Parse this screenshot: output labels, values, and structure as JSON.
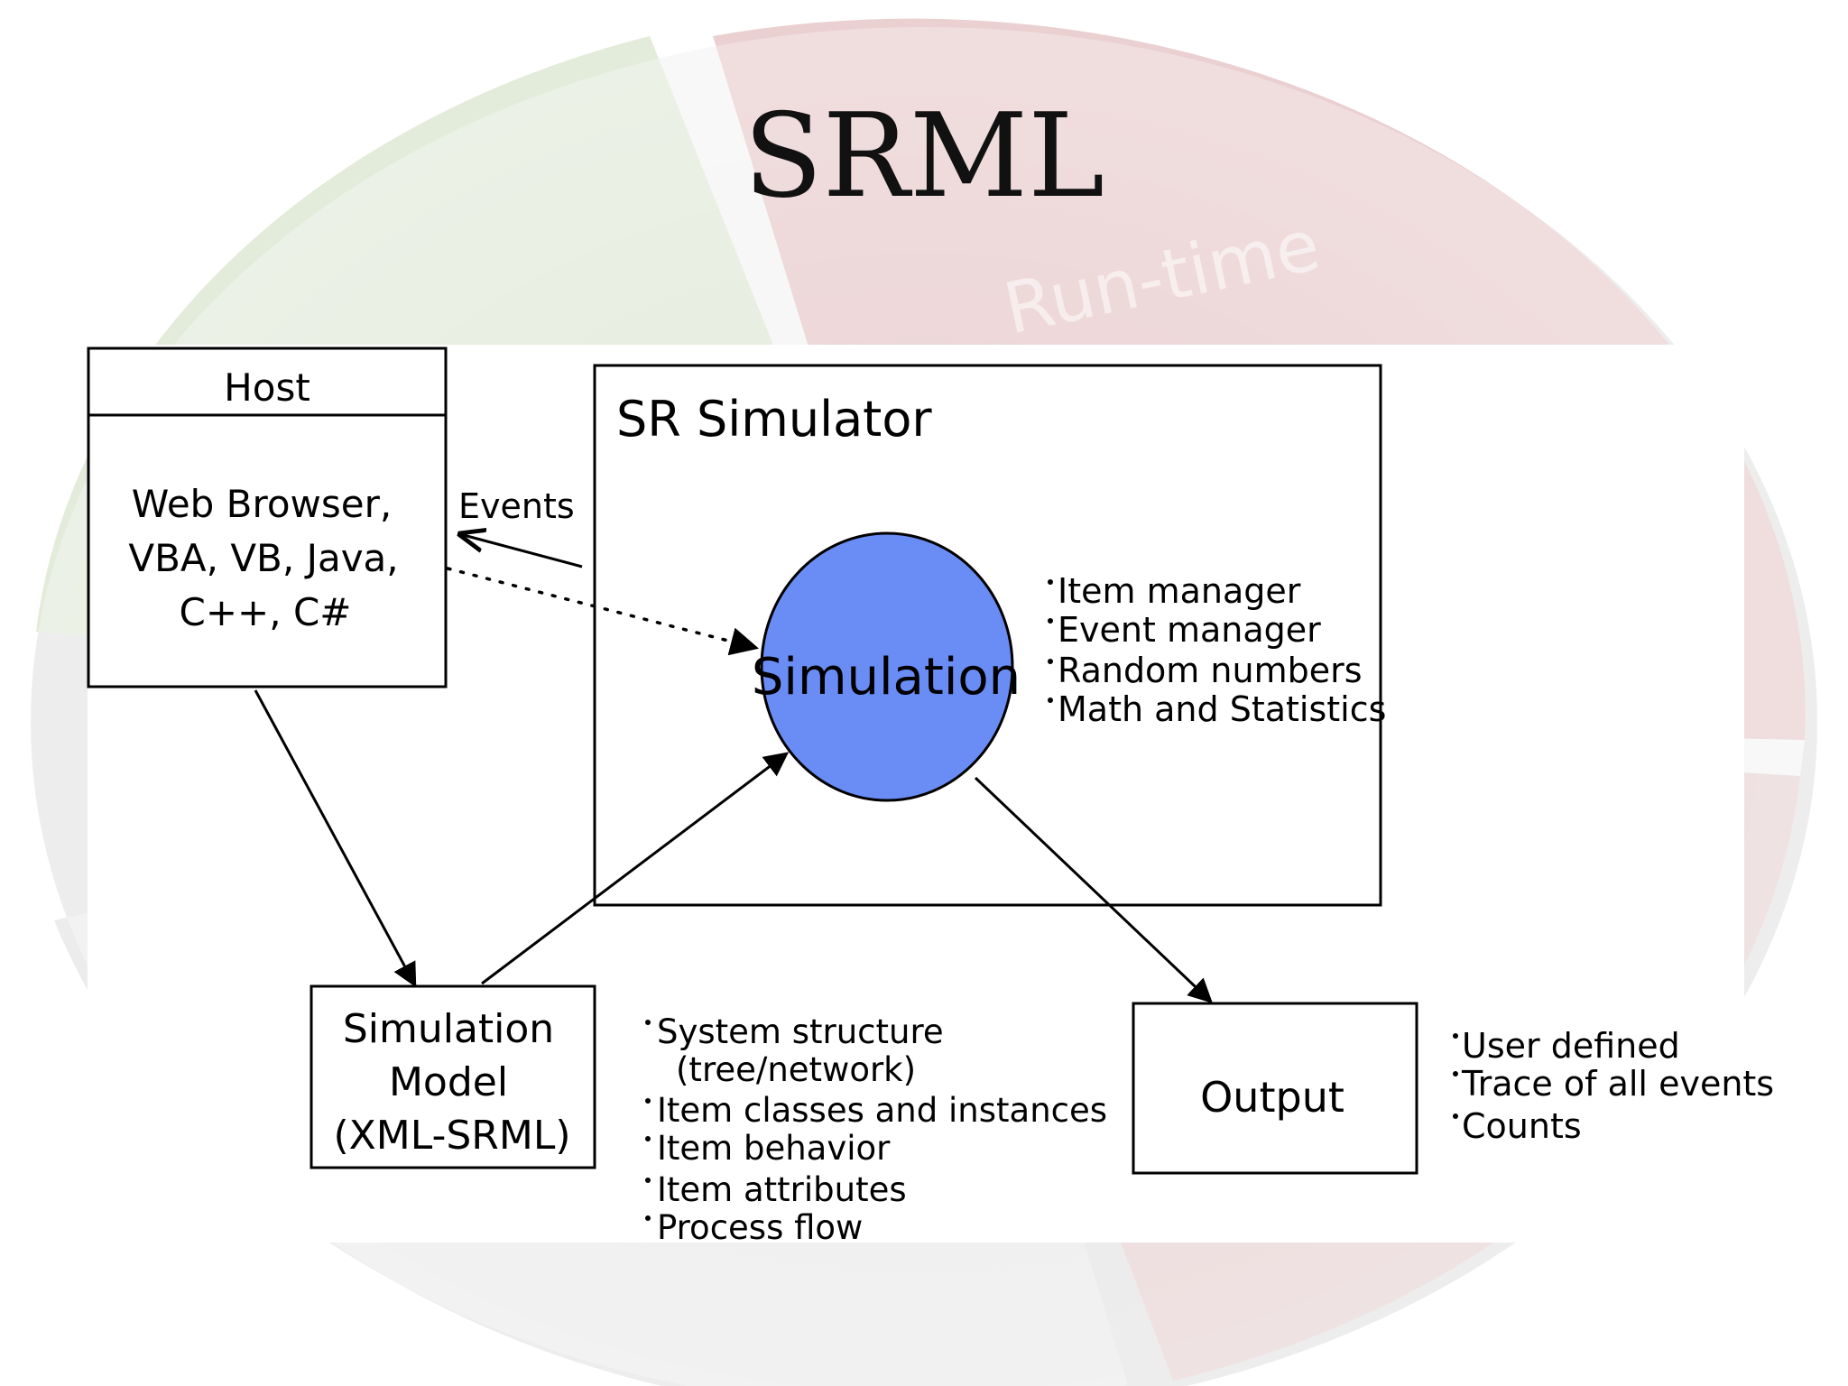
{
  "slide": {
    "title": "SRML",
    "watermark_text": "Run-time"
  },
  "host": {
    "header": "Host",
    "body_lines": [
      "Web Browser,",
      "VBA, VB, Java,",
      "C++, C#"
    ]
  },
  "events_label": "Events",
  "simulator": {
    "title": "SR Simulator",
    "circle_label": "Simulation",
    "circle_color": "#6a8df5",
    "features": [
      "Item manager",
      "Event manager",
      "Random numbers",
      "Math and Statistics"
    ]
  },
  "model": {
    "lines": [
      "Simulation",
      "Model",
      "(XML-SRML)"
    ],
    "features": [
      "System structure",
      "(tree/network)",
      "Item classes and instances",
      "Item behavior",
      "Item attributes",
      "Process flow"
    ]
  },
  "output": {
    "label": "Output",
    "features": [
      "User defined",
      "Trace of all events",
      "Counts"
    ]
  },
  "colors": {
    "bg_grey": "#e4e4e4",
    "bg_red": "#e6c5c7",
    "bg_green": "#e1e8d8",
    "line": "#000000"
  }
}
